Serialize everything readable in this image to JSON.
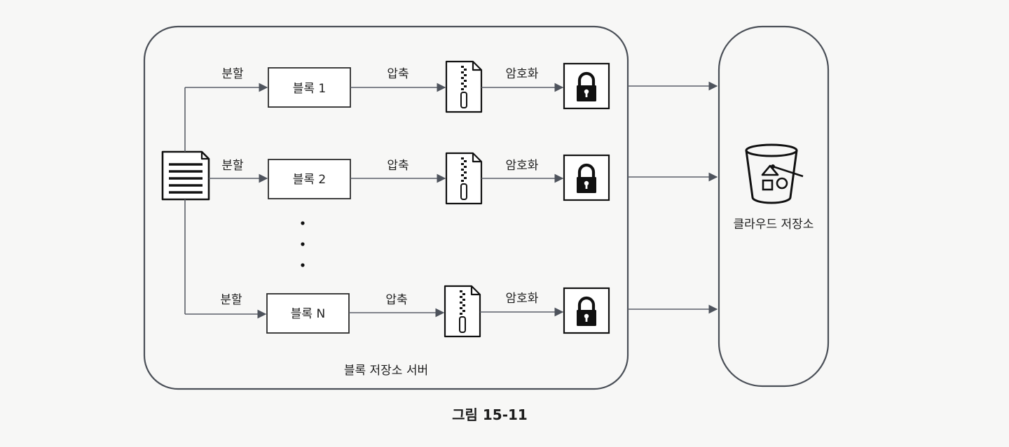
{
  "server": {
    "label": "블록 저장소 서버"
  },
  "cloud": {
    "label": "클라우드 저장소",
    "icon": "bucket-icon"
  },
  "source_file": {
    "icon": "document-icon"
  },
  "rows": [
    {
      "split_label": "분할",
      "block_label": "블록 1",
      "compress_label": "압축",
      "encrypt_label": "암호화"
    },
    {
      "split_label": "분할",
      "block_label": "블록 2",
      "compress_label": "압축",
      "encrypt_label": "암호화"
    },
    {
      "split_label": "분할",
      "block_label": "블록 N",
      "compress_label": "압축",
      "encrypt_label": "암호화"
    }
  ],
  "icons": {
    "compress": "zip-file-icon",
    "encrypt": "lock-icon"
  },
  "caption": "그림 15-11"
}
